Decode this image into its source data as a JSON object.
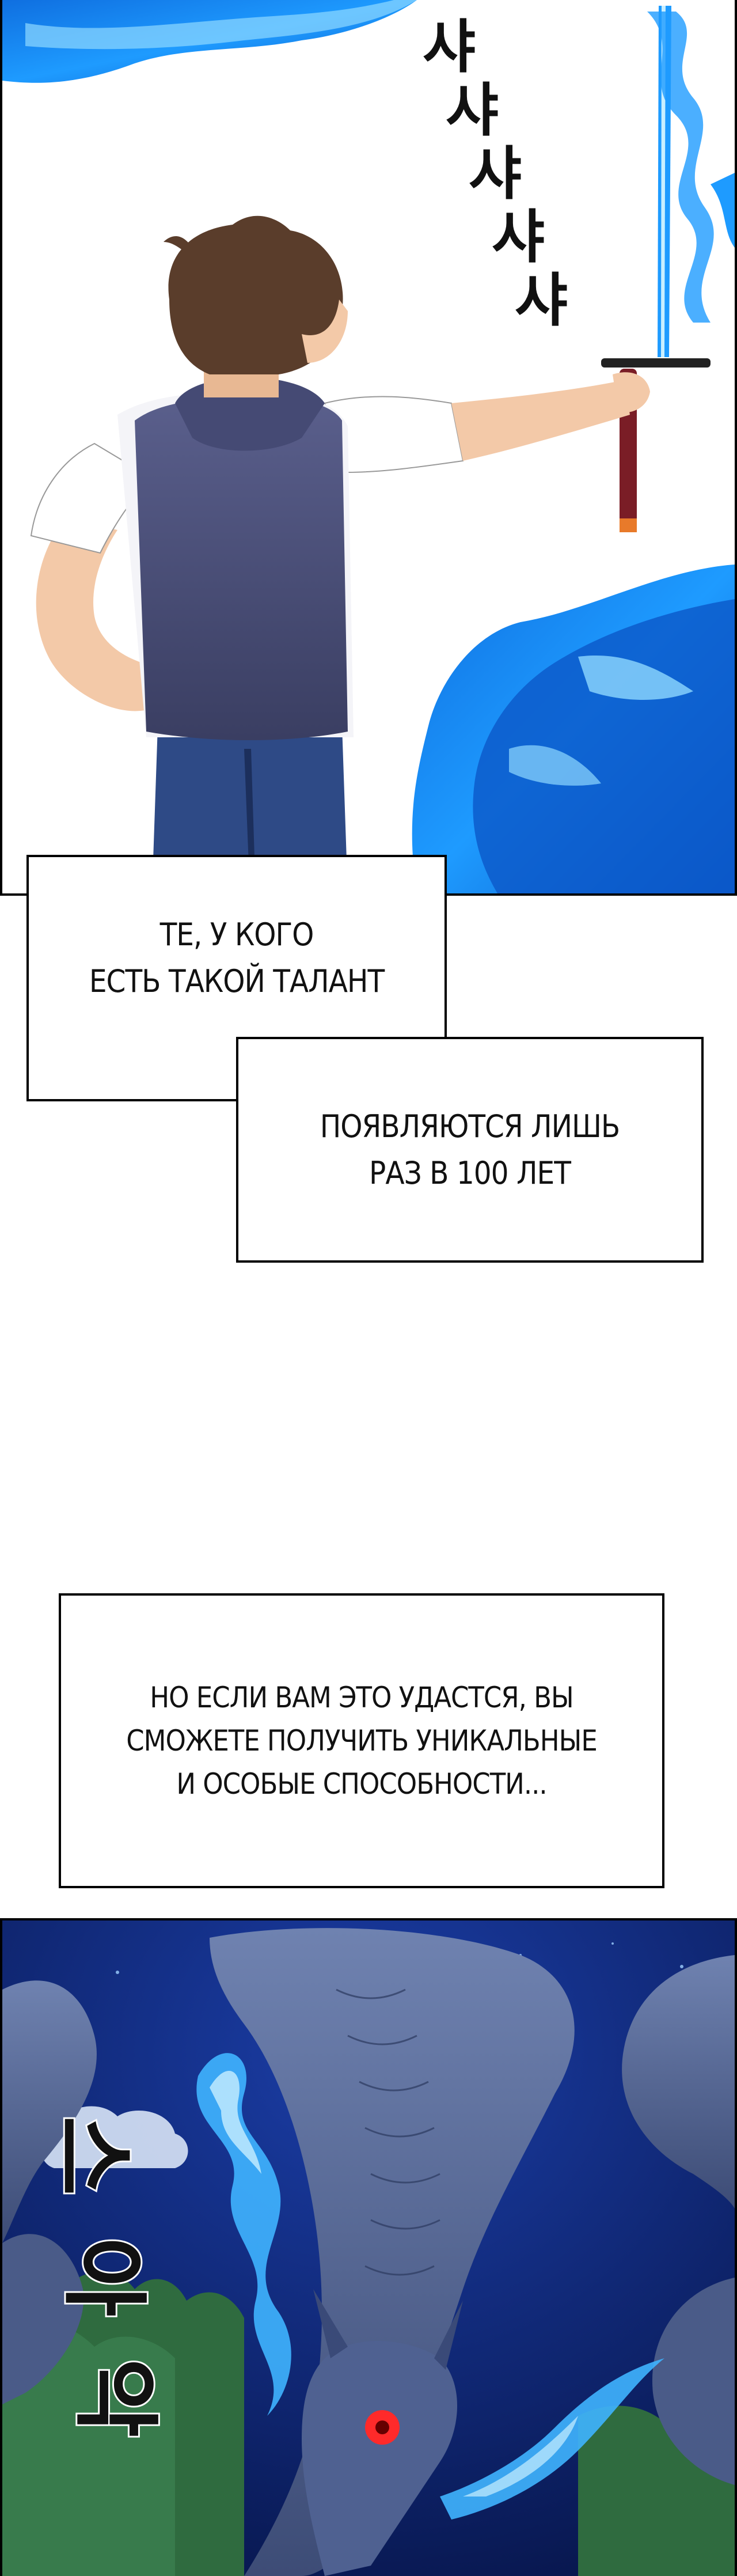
{
  "page": {
    "background": "#ffffff",
    "border_color": "#000000"
  },
  "panel_top": {
    "sfx_vertical": [
      "샤",
      "샤",
      "샤",
      "샤",
      "샤"
    ],
    "flame_color": "#1e9bff",
    "flame_light_color": "#8fd8ff",
    "vest_color": "#4a4f78",
    "jeans_color": "#2e4a86",
    "hair_color": "#5a3d2b",
    "skin_color": "#f3c9a8"
  },
  "captions": [
    {
      "lines": "ТЕ, У КОГО\nЕСТЬ ТАКОЙ ТАЛАНТ"
    },
    {
      "lines": "ПОЯВЛЯЮТСЯ ЛИШЬ\nРАЗ В 100 ЛЕТ"
    },
    {
      "lines": "НО ЕСЛИ ВАМ ЭТО УДАСТСЯ, ВЫ\nСМОЖЕТЕ ПОЛУЧИТЬ УНИКАЛЬНЫЕ\nИ ОСОБЫЕ СПОСОБНОСТИ..."
    }
  ],
  "panel_bottom": {
    "sfx_vertical": [
      "스",
      "아",
      "악"
    ],
    "sky_color": "#0b1e63",
    "dragon_color": "#5c6f9c",
    "flame_color": "#3fb4ff",
    "eye_color": "#ff2a2a",
    "tree_color": "#2f6b3f"
  }
}
